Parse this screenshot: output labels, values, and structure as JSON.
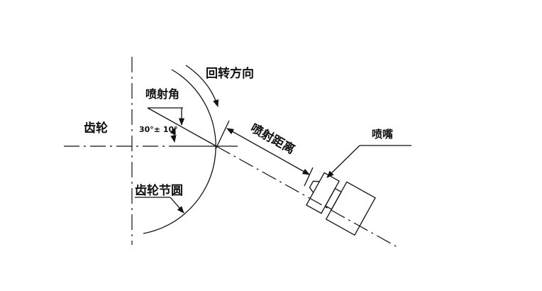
{
  "labels": {
    "rotation_direction": "回转方向",
    "spray_angle": "喷射角",
    "gear": "齿轮",
    "angle_value": "30°± 10°",
    "pitch_circle": "齿轮节圆",
    "spray_distance": "喷射距离",
    "nozzle": "喷嘴"
  },
  "colors": {
    "line": "#111111",
    "background": "#ffffff"
  }
}
